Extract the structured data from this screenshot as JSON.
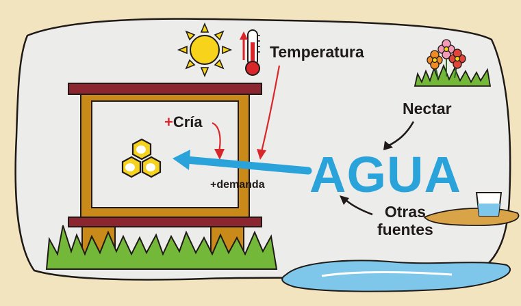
{
  "labels": {
    "temperatura": "Temperatura",
    "cria_plus": "+",
    "cria": "Cría",
    "demanda": "+demanda",
    "nectar": "Nectar",
    "agua": "AGUA",
    "otras": "Otras",
    "fuentes": "fuentes"
  },
  "colors": {
    "background": "#f2e4bf",
    "panel": "#ececea",
    "agua": "#2aa3da",
    "red_arrow": "#d9262b",
    "hive_frame": "#c98a1a",
    "hive_roof": "#8b2630",
    "grass": "#74b83a",
    "honey": "#f4d21d",
    "sun": "#f7d31c",
    "water": "#7ec6ea"
  },
  "icons": [
    "sun-icon",
    "thermometer-icon",
    "flowers-icon",
    "honeycomb-icon",
    "water-glass-icon",
    "pond-icon",
    "hive-icon"
  ]
}
